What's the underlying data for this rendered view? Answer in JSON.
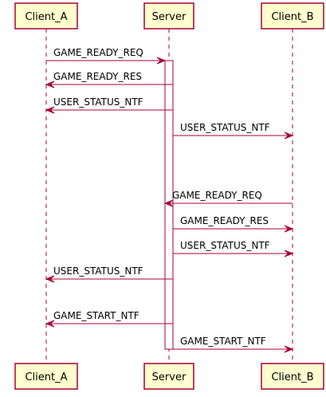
{
  "participants": [
    {
      "id": "a",
      "label": "Client_A"
    },
    {
      "id": "s",
      "label": "Server"
    },
    {
      "id": "b",
      "label": "Client_B"
    }
  ],
  "messages": [
    {
      "from": "a",
      "to": "s",
      "label": "GAME_READY_REQ"
    },
    {
      "from": "s",
      "to": "a",
      "label": "GAME_READY_RES"
    },
    {
      "from": "s",
      "to": "a",
      "label": "USER_STATUS_NTF"
    },
    {
      "from": "s",
      "to": "b",
      "label": "USER_STATUS_NTF"
    },
    {
      "from": "b",
      "to": "s",
      "label": "GAME_READY_REQ"
    },
    {
      "from": "s",
      "to": "b",
      "label": "GAME_READY_RES"
    },
    {
      "from": "s",
      "to": "b",
      "label": "USER_STATUS_NTF"
    },
    {
      "from": "s",
      "to": "a",
      "label": "USER_STATUS_NTF"
    },
    {
      "from": "s",
      "to": "a",
      "label": "GAME_START_NTF"
    },
    {
      "from": "s",
      "to": "b",
      "label": "GAME_START_NTF"
    }
  ]
}
